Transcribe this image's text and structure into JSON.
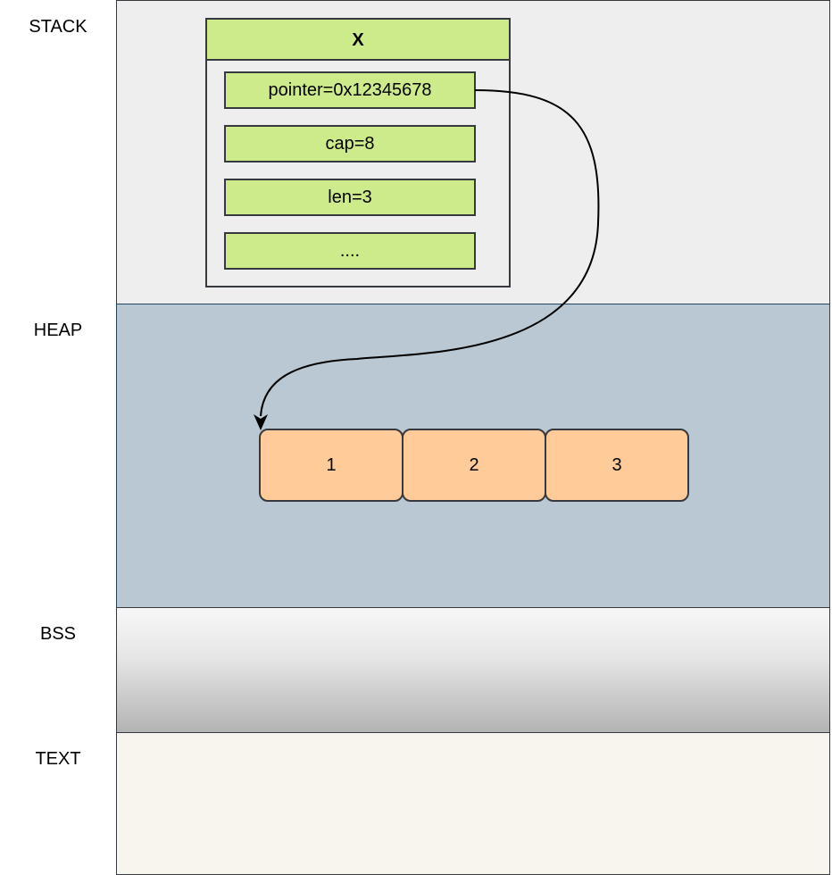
{
  "segments": {
    "stack": "STACK",
    "heap": "HEAP",
    "bss": "BSS",
    "text": "TEXT"
  },
  "struct": {
    "title": "X",
    "fields": [
      "pointer=0x12345678",
      "cap=8",
      "len=3",
      "...."
    ]
  },
  "heap_cells": [
    "1",
    "2",
    "3"
  ],
  "colors": {
    "stack_bg": "#eeeeee",
    "heap_bg": "#bac8d3",
    "field_fill": "#cdeb8b",
    "cell_fill": "#ffcc99",
    "text_bg": "#f8f5ee"
  },
  "arrow": {
    "from": "struct.fields.0",
    "to": "heap_cells.0"
  }
}
